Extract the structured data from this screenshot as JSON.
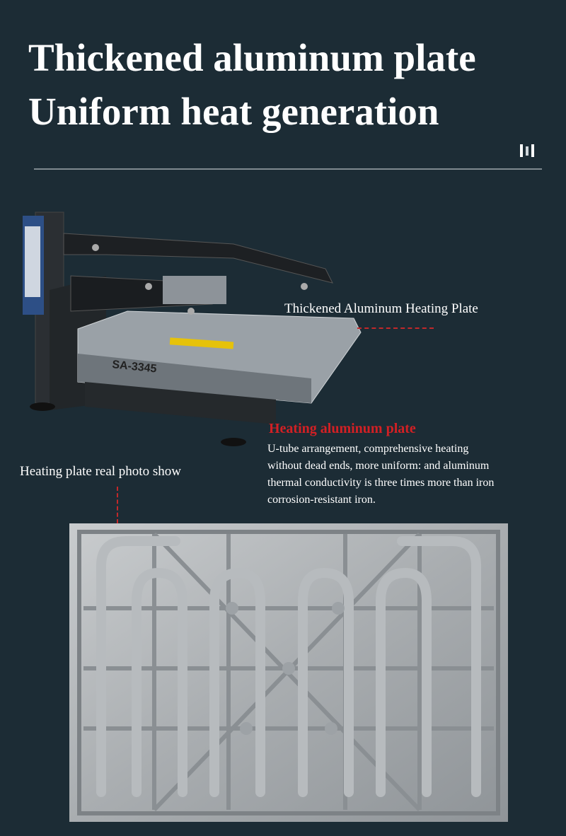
{
  "header": {
    "title_line1": "Thickened aluminum plate",
    "title_line2": "Uniform heat generation",
    "icon": "pause-icon"
  },
  "product": {
    "model_label": "SA-3345",
    "callout_plate": "Thickened Aluminum Heating Plate"
  },
  "feature": {
    "heading": "Heating aluminum plate",
    "lines": [
      "U-tube arrangement, comprehensive heating",
      "without dead ends, more uniform: and aluminum",
      "thermal conductivity is three times more than iron",
      "corrosion-resistant iron."
    ]
  },
  "photo": {
    "caption": "Heating plate real photo show"
  },
  "colors": {
    "background": "#1c2c35",
    "accent_red": "#d32024",
    "text": "#ffffff"
  }
}
